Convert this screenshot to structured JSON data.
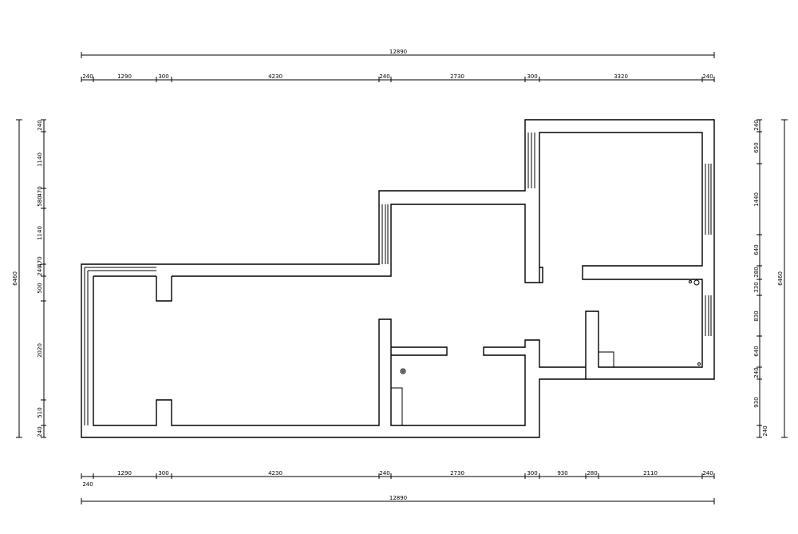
{
  "dimensions": {
    "top_overall": "12890",
    "top_segments": [
      "240",
      "1290",
      "300",
      "4230",
      "240",
      "2730",
      "300",
      "3320",
      "240"
    ],
    "bottom_overall": "12890",
    "bottom_segments": [
      "240",
      "1290",
      "300",
      "4230",
      "240",
      "2730",
      "300",
      "930",
      "280",
      "2110",
      "240"
    ],
    "left_overall": "6460",
    "left_segments": [
      "240",
      "1140",
      "580",
      "1140",
      "240",
      "500",
      "2020",
      "510",
      "240"
    ],
    "left_small": [
      "240",
      "470",
      "240",
      "470"
    ],
    "right_overall": "6460",
    "right_segments": [
      "240",
      "650",
      "1440",
      "640",
      "280",
      "330",
      "830",
      "640",
      "240",
      "930",
      "240"
    ]
  }
}
